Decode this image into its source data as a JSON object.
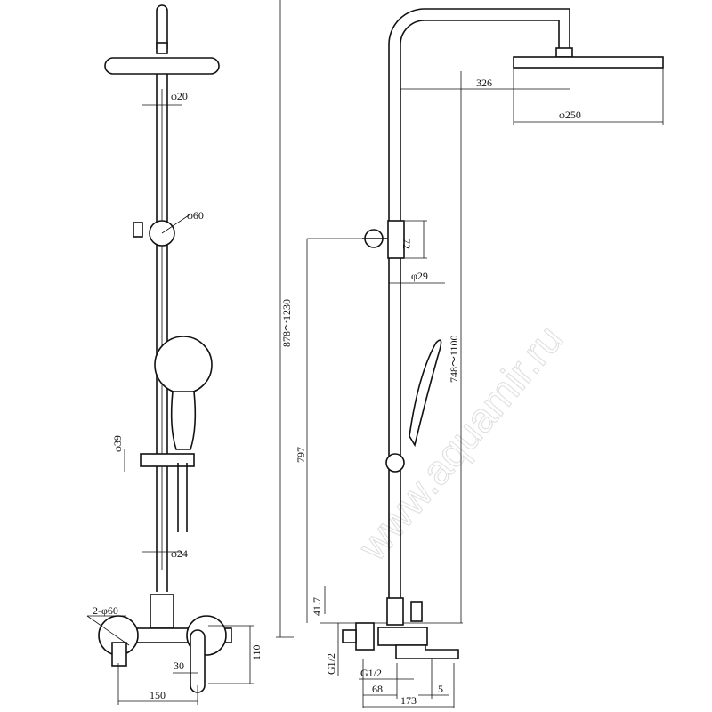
{
  "watermark": "www.aquamir.ru",
  "front_view": {
    "pipe_diameter": "φ20",
    "slider_diameter": "φ60",
    "handshower_holder": "φ39",
    "lower_pipe_diameter": "φ24",
    "flange": "2-φ60",
    "lever_offset": "30",
    "mixer_height": "110",
    "inlet_spacing": "150"
  },
  "side_view": {
    "arm_reach": "326",
    "head_diameter": "φ250",
    "slider_height": "72",
    "pipe_diameter": "φ29",
    "total_height": "878～1230",
    "slider_position": "797",
    "adjust_height": "748～1100",
    "mixer_offset": "41.7",
    "inlet_thread_left": "G1/2",
    "inlet_thread_bottom": "G1/2",
    "depth_inlet": "68",
    "spout_offset": "5",
    "spout_depth": "173"
  }
}
